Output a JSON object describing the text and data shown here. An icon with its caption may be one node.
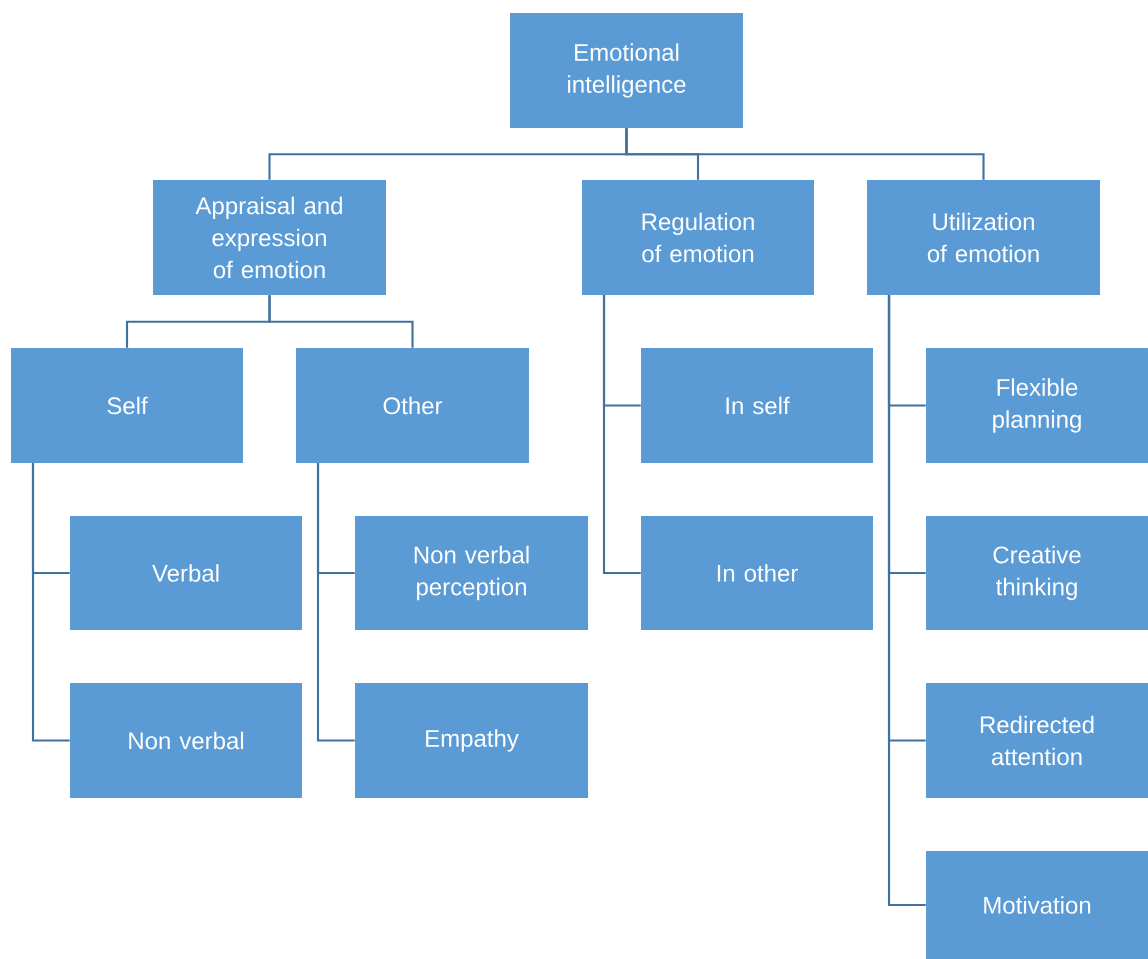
{
  "diagram": {
    "nodes": [
      {
        "text": [
          "Emotional intelligence"
        ]
      },
      {
        "text": [
          "Appraisal and expression of emotion"
        ]
      },
      {
        "text": [
          "Regulation of emotion"
        ]
      },
      {
        "text": [
          "Utilization of emotion"
        ]
      },
      {
        "text": [
          "Self"
        ]
      },
      {
        "text": [
          "Other"
        ]
      },
      {
        "text": [
          "Verbal"
        ]
      },
      {
        "text": [
          "Non verbal"
        ]
      },
      {
        "text": [
          "Non verbal perception"
        ]
      },
      {
        "text": [
          "Empathy"
        ]
      },
      {
        "text": [
          "In self"
        ]
      },
      {
        "text": [
          "In other"
        ]
      },
      {
        "text": [
          "Flexible planning"
        ]
      },
      {
        "text": [
          "Creative thinking"
        ]
      },
      {
        "text": [
          "Redirected attention"
        ]
      },
      {
        "text": [
          "Motivation"
        ]
      }
    ],
    "edges": [
      {
        "from": 0,
        "to": 1,
        "arrow": "none"
      },
      {
        "from": 0,
        "to": 2,
        "arrow": "none"
      },
      {
        "from": 0,
        "to": 3,
        "arrow": "none"
      },
      {
        "from": 1,
        "to": 4,
        "arrow": "none"
      },
      {
        "from": 1,
        "to": 5,
        "arrow": "none"
      },
      {
        "from": 4,
        "to": 6,
        "arrow": "none"
      },
      {
        "from": 4,
        "to": 7,
        "arrow": "none"
      },
      {
        "from": 5,
        "to": 8,
        "arrow": "none"
      },
      {
        "from": 5,
        "to": 9,
        "arrow": "none"
      },
      {
        "from": 2,
        "to": 10,
        "arrow": "none"
      },
      {
        "from": 2,
        "to": 11,
        "arrow": "none"
      },
      {
        "from": 3,
        "to": 12,
        "arrow": "none"
      },
      {
        "from": 3,
        "to": 13,
        "arrow": "none"
      },
      {
        "from": 3,
        "to": 14,
        "arrow": "none"
      },
      {
        "from": 3,
        "to": 15,
        "arrow": "none"
      }
    ]
  }
}
